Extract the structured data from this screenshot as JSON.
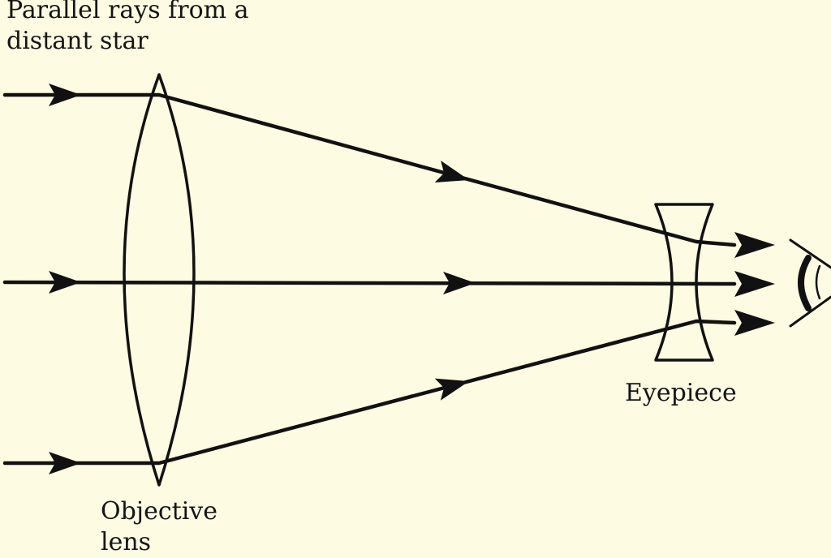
{
  "labels": {
    "title_line1": "Parallel rays from a",
    "title_line2": "distant star",
    "eyepiece": "Eyepiece",
    "objective_line1": "Objective",
    "objective_line2": "lens"
  },
  "colors": {
    "background": "#fdfbe2",
    "stroke": "#111111"
  }
}
